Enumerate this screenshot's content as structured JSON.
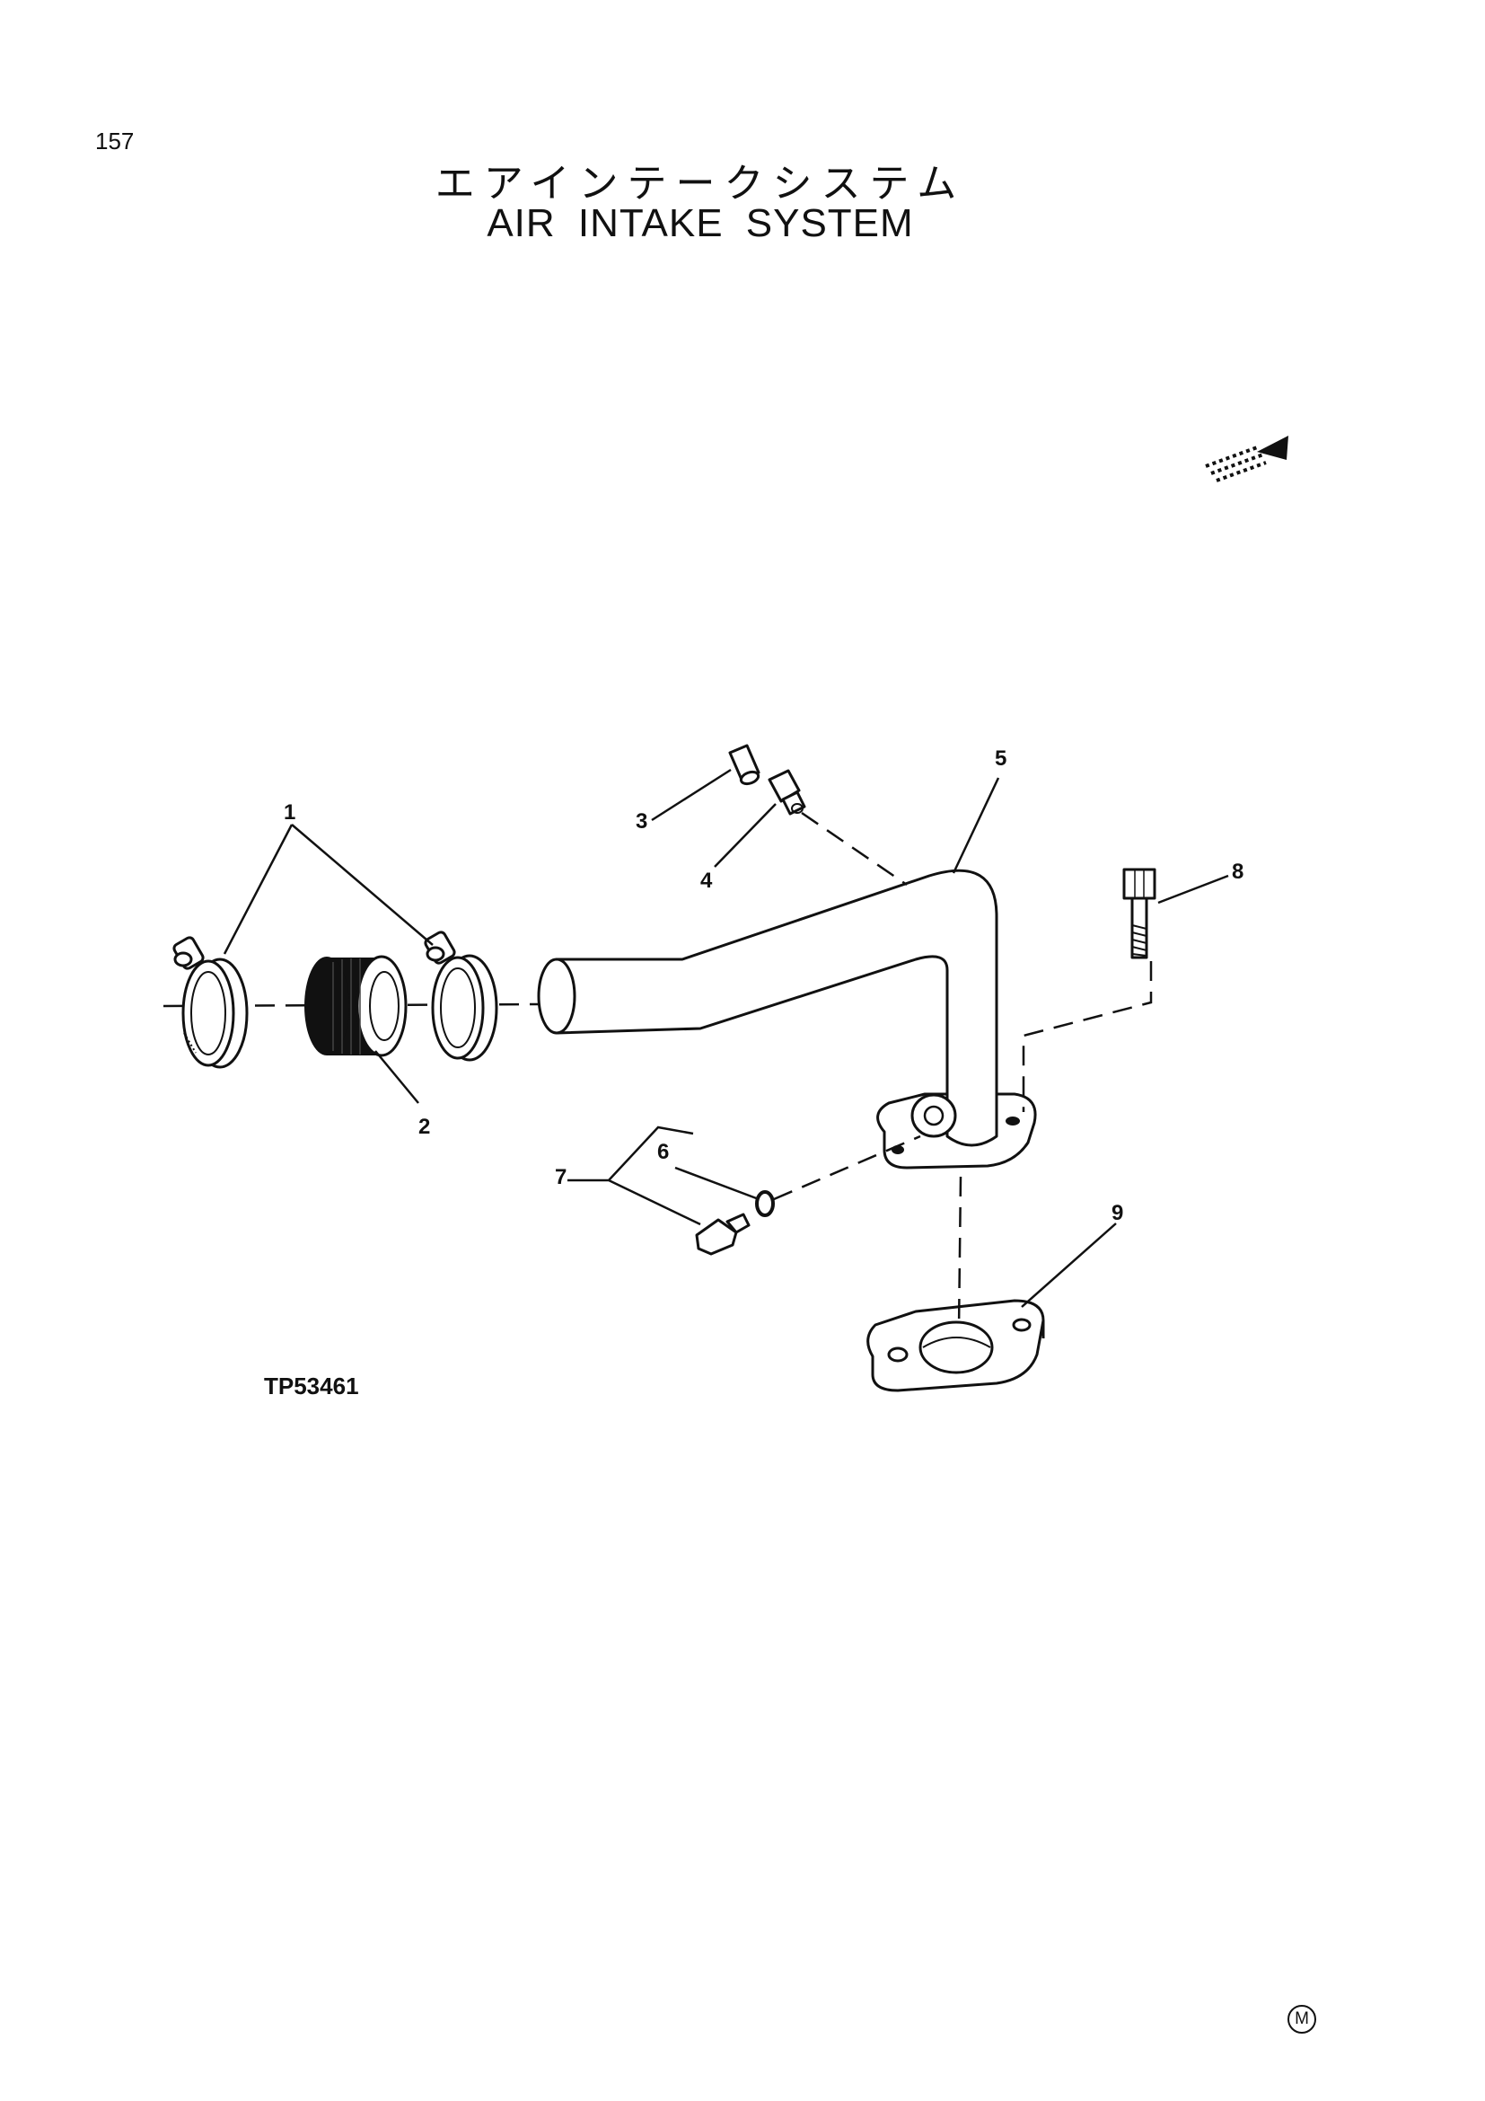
{
  "page_number": "157",
  "title_japanese": "エアインテークシステム",
  "title_english": "AIR  INTAKE  SYSTEM",
  "figure_code": "TP53461",
  "corner_mark": "M",
  "callouts": {
    "c1": "1",
    "c2": "2",
    "c3": "3",
    "c4": "4",
    "c5": "5",
    "c6": "6",
    "c7": "7",
    "c8": "8",
    "c9": "9"
  },
  "icons": {
    "direction": "direction-arrow-icon"
  }
}
